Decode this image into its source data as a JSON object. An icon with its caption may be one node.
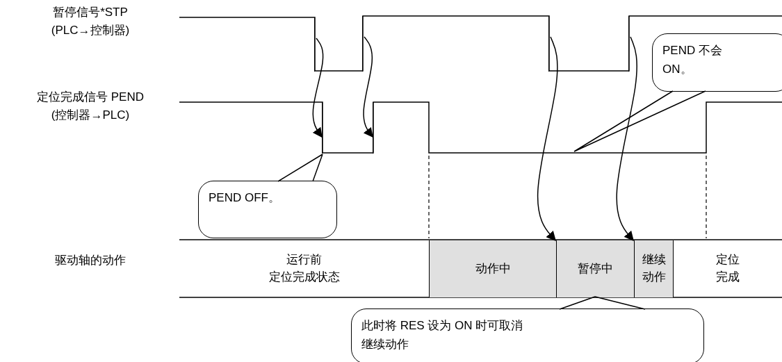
{
  "diagram": {
    "nodes": [
      {
        "text": [
          "PEND OFF。"
        ]
      },
      {
        "text": [
          "PEND 不会 ON。"
        ]
      },
      {
        "text": [
          "运行前定位完成状态"
        ]
      },
      {
        "text": [
          "动作中"
        ]
      },
      {
        "text": [
          "暂停中"
        ]
      },
      {
        "text": [
          "继续动作"
        ]
      },
      {
        "text": [
          "定位完成"
        ]
      },
      {
        "text": [
          "此时将 RES 设为 ON 时可取消继续动作"
        ]
      },
      {
        "text": [],
        "shape": "line"
      },
      {
        "text": [],
        "shape": "line"
      },
      {
        "text": [],
        "shape": "line"
      },
      {
        "text": [],
        "shape": "line"
      },
      {
        "text": [],
        "shape": "line"
      },
      {
        "text": [],
        "shape": "line"
      }
    ],
    "edges": [
      {
        "from": 8,
        "to": 12,
        "arrow": "to"
      },
      {
        "from": 9,
        "to": 13,
        "arrow": "to"
      },
      {
        "from": 10,
        "to": 3,
        "arrow": "to"
      },
      {
        "from": 11,
        "to": 4,
        "arrow": "to"
      },
      {
        "from": 0,
        "to": null,
        "arrow": "none"
      },
      {
        "from": 1,
        "to": null,
        "arrow": "none"
      },
      {
        "from": 7,
        "to": 4,
        "arrow": "none"
      }
    ],
    "labels": [
      "暂停信号*STP (PLC→控制器)",
      "定位完成信号 PEND (控制器→PLC)",
      "驱动轴的动作"
    ]
  }
}
